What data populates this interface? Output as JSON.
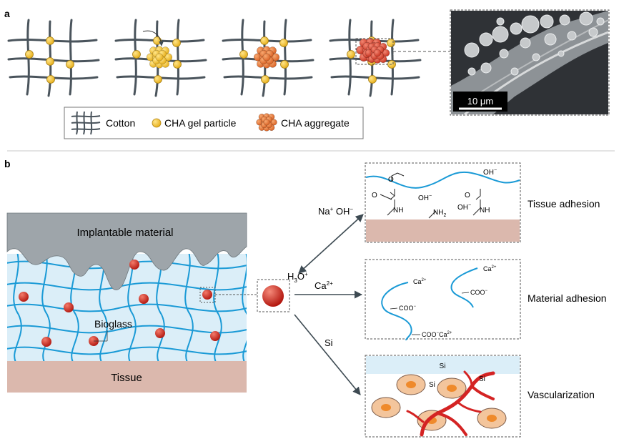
{
  "panel_a": {
    "letter": "a",
    "legend": {
      "cotton": "Cotton",
      "gel_particle": "CHA gel particle",
      "aggregate": "CHA aggregate"
    },
    "scale_bar": "10 μm"
  },
  "panel_b": {
    "letter": "b",
    "implantable_material": "Implantable material",
    "tissue": "Tissue",
    "bioglass": "Bioglass",
    "ions": {
      "na_oh": "Na",
      "na_sup": "+",
      "oh": " OH",
      "oh_sup": "−",
      "h3o_h": "H",
      "h3o_sub": "3",
      "h3o_o": "O",
      "h3o_sup": "+",
      "ca": "Ca",
      "ca_sup": "2+",
      "si": "Si"
    },
    "inset_labels": {
      "tissue_adhesion": "Tissue adhesion",
      "material_adhesion": "Material adhesion",
      "vascularization": "Vascularization"
    },
    "chem": {
      "oh": "OH",
      "minus": "−",
      "nh": "NH",
      "nh2_n": "NH",
      "nh2_sub": "2",
      "o": "O",
      "ca": "Ca",
      "ca_sup": "2+",
      "coo": "COO",
      "coo_ca": "COO",
      "si": "Si"
    }
  },
  "colors": {
    "fiber": "#4a545c",
    "gel": "#f2c230",
    "aggregate": "#e8793a",
    "aggregate_sem": "#d9442d",
    "hydrogel": "#dbeef8",
    "network": "#1a9ad6",
    "tissue": "#dbb8ad",
    "implant": "#9ea5aa",
    "bead": "#d62e24",
    "vessel": "#d42323",
    "cell": "#f3c59c",
    "nucleus": "#ef8a2b",
    "arrow": "#3d4a52"
  }
}
